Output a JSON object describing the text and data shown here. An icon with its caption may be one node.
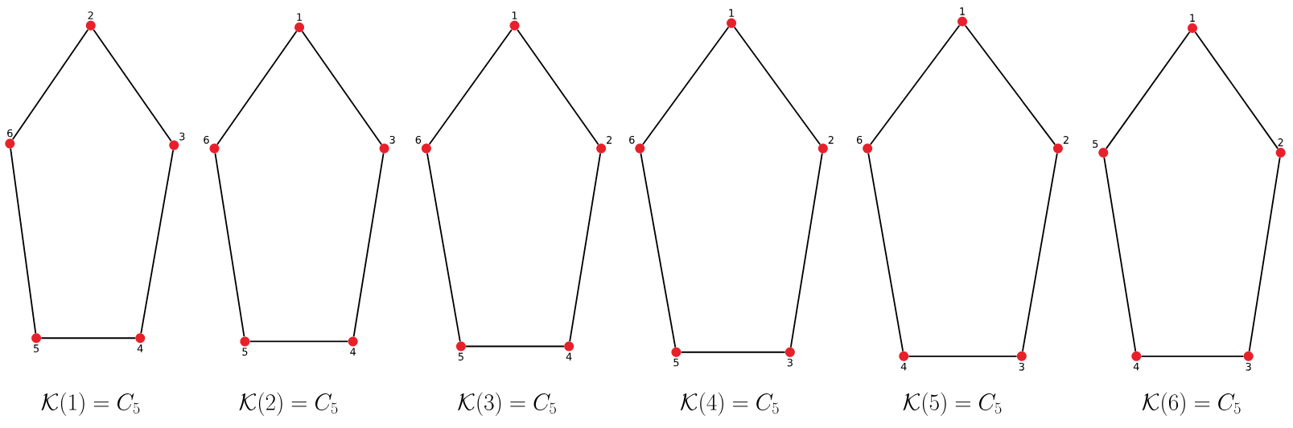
{
  "diagram": {
    "nodes": [
      {
        "text": [],
        "shape": "circle",
        "beside": [
          "2"
        ]
      },
      {
        "text": [],
        "shape": "circle",
        "beside": [
          "6"
        ]
      },
      {
        "text": [],
        "shape": "circle",
        "beside": [
          "3"
        ]
      },
      {
        "text": [],
        "shape": "circle",
        "beside": [
          "5"
        ]
      },
      {
        "text": [],
        "shape": "circle",
        "beside": [
          "4"
        ]
      },
      {
        "text": [],
        "shape": "circle",
        "beside": [
          "1"
        ]
      },
      {
        "text": [],
        "shape": "circle",
        "beside": [
          "6"
        ]
      },
      {
        "text": [],
        "shape": "circle",
        "beside": [
          "3"
        ]
      },
      {
        "text": [],
        "shape": "circle",
        "beside": [
          "5"
        ]
      },
      {
        "text": [],
        "shape": "circle",
        "beside": [
          "4"
        ]
      },
      {
        "text": [],
        "shape": "circle",
        "beside": [
          "1"
        ]
      },
      {
        "text": [],
        "shape": "circle",
        "beside": [
          "6"
        ]
      },
      {
        "text": [],
        "shape": "circle",
        "beside": [
          "2"
        ]
      },
      {
        "text": [],
        "shape": "circle",
        "beside": [
          "5"
        ]
      },
      {
        "text": [],
        "shape": "circle",
        "beside": [
          "4"
        ]
      },
      {
        "text": [],
        "shape": "circle",
        "beside": [
          "1"
        ]
      },
      {
        "text": [],
        "shape": "circle",
        "beside": [
          "6"
        ]
      },
      {
        "text": [],
        "shape": "circle",
        "beside": [
          "2"
        ]
      },
      {
        "text": [],
        "shape": "circle",
        "beside": [
          "5"
        ]
      },
      {
        "text": [],
        "shape": "circle",
        "beside": [
          "3"
        ]
      },
      {
        "text": [],
        "shape": "circle",
        "beside": [
          "1"
        ]
      },
      {
        "text": [],
        "shape": "circle",
        "beside": [
          "6"
        ]
      },
      {
        "text": [],
        "shape": "circle",
        "beside": [
          "2"
        ]
      },
      {
        "text": [],
        "shape": "circle",
        "beside": [
          "4"
        ]
      },
      {
        "text": [],
        "shape": "circle",
        "beside": [
          "3"
        ]
      },
      {
        "text": [],
        "shape": "circle",
        "beside": [
          "1"
        ]
      },
      {
        "text": [],
        "shape": "circle",
        "beside": [
          "5"
        ]
      },
      {
        "text": [],
        "shape": "circle",
        "beside": [
          "2"
        ]
      },
      {
        "text": [],
        "shape": "circle",
        "beside": [
          "4"
        ]
      },
      {
        "text": [],
        "shape": "circle",
        "beside": [
          "3"
        ]
      }
    ],
    "edges": [
      {
        "from": 0,
        "to": 2,
        "arrow": "none"
      },
      {
        "from": 2,
        "to": 4,
        "arrow": "none"
      },
      {
        "from": 4,
        "to": 3,
        "arrow": "none"
      },
      {
        "from": 3,
        "to": 1,
        "arrow": "none"
      },
      {
        "from": 1,
        "to": 0,
        "arrow": "none"
      },
      {
        "from": 5,
        "to": 7,
        "arrow": "none"
      },
      {
        "from": 7,
        "to": 9,
        "arrow": "none"
      },
      {
        "from": 9,
        "to": 8,
        "arrow": "none"
      },
      {
        "from": 8,
        "to": 6,
        "arrow": "none"
      },
      {
        "from": 6,
        "to": 5,
        "arrow": "none"
      },
      {
        "from": 10,
        "to": 12,
        "arrow": "none"
      },
      {
        "from": 12,
        "to": 14,
        "arrow": "none"
      },
      {
        "from": 14,
        "to": 13,
        "arrow": "none"
      },
      {
        "from": 13,
        "to": 11,
        "arrow": "none"
      },
      {
        "from": 11,
        "to": 10,
        "arrow": "none"
      },
      {
        "from": 15,
        "to": 17,
        "arrow": "none"
      },
      {
        "from": 17,
        "to": 19,
        "arrow": "none"
      },
      {
        "from": 19,
        "to": 18,
        "arrow": "none"
      },
      {
        "from": 18,
        "to": 16,
        "arrow": "none"
      },
      {
        "from": 16,
        "to": 15,
        "arrow": "none"
      },
      {
        "from": 20,
        "to": 22,
        "arrow": "none"
      },
      {
        "from": 22,
        "to": 24,
        "arrow": "none"
      },
      {
        "from": 24,
        "to": 23,
        "arrow": "none"
      },
      {
        "from": 23,
        "to": 21,
        "arrow": "none"
      },
      {
        "from": 21,
        "to": 20,
        "arrow": "none"
      },
      {
        "from": 25,
        "to": 27,
        "arrow": "none"
      },
      {
        "from": 27,
        "to": 29,
        "arrow": "none"
      },
      {
        "from": 29,
        "to": 28,
        "arrow": "none"
      },
      {
        "from": 28,
        "to": 26,
        "arrow": "none"
      },
      {
        "from": 26,
        "to": 25,
        "arrow": "none"
      }
    ],
    "labels": [
      "\\mathcal{K}(1)=C_5",
      "\\mathcal{K}(2)=C_5",
      "\\mathcal{K}(3)=C_5",
      "\\mathcal{K}(4)=C_5",
      "\\mathcal{K}(5)=C_5",
      "\\mathcal{K}(6)=C_5"
    ]
  }
}
